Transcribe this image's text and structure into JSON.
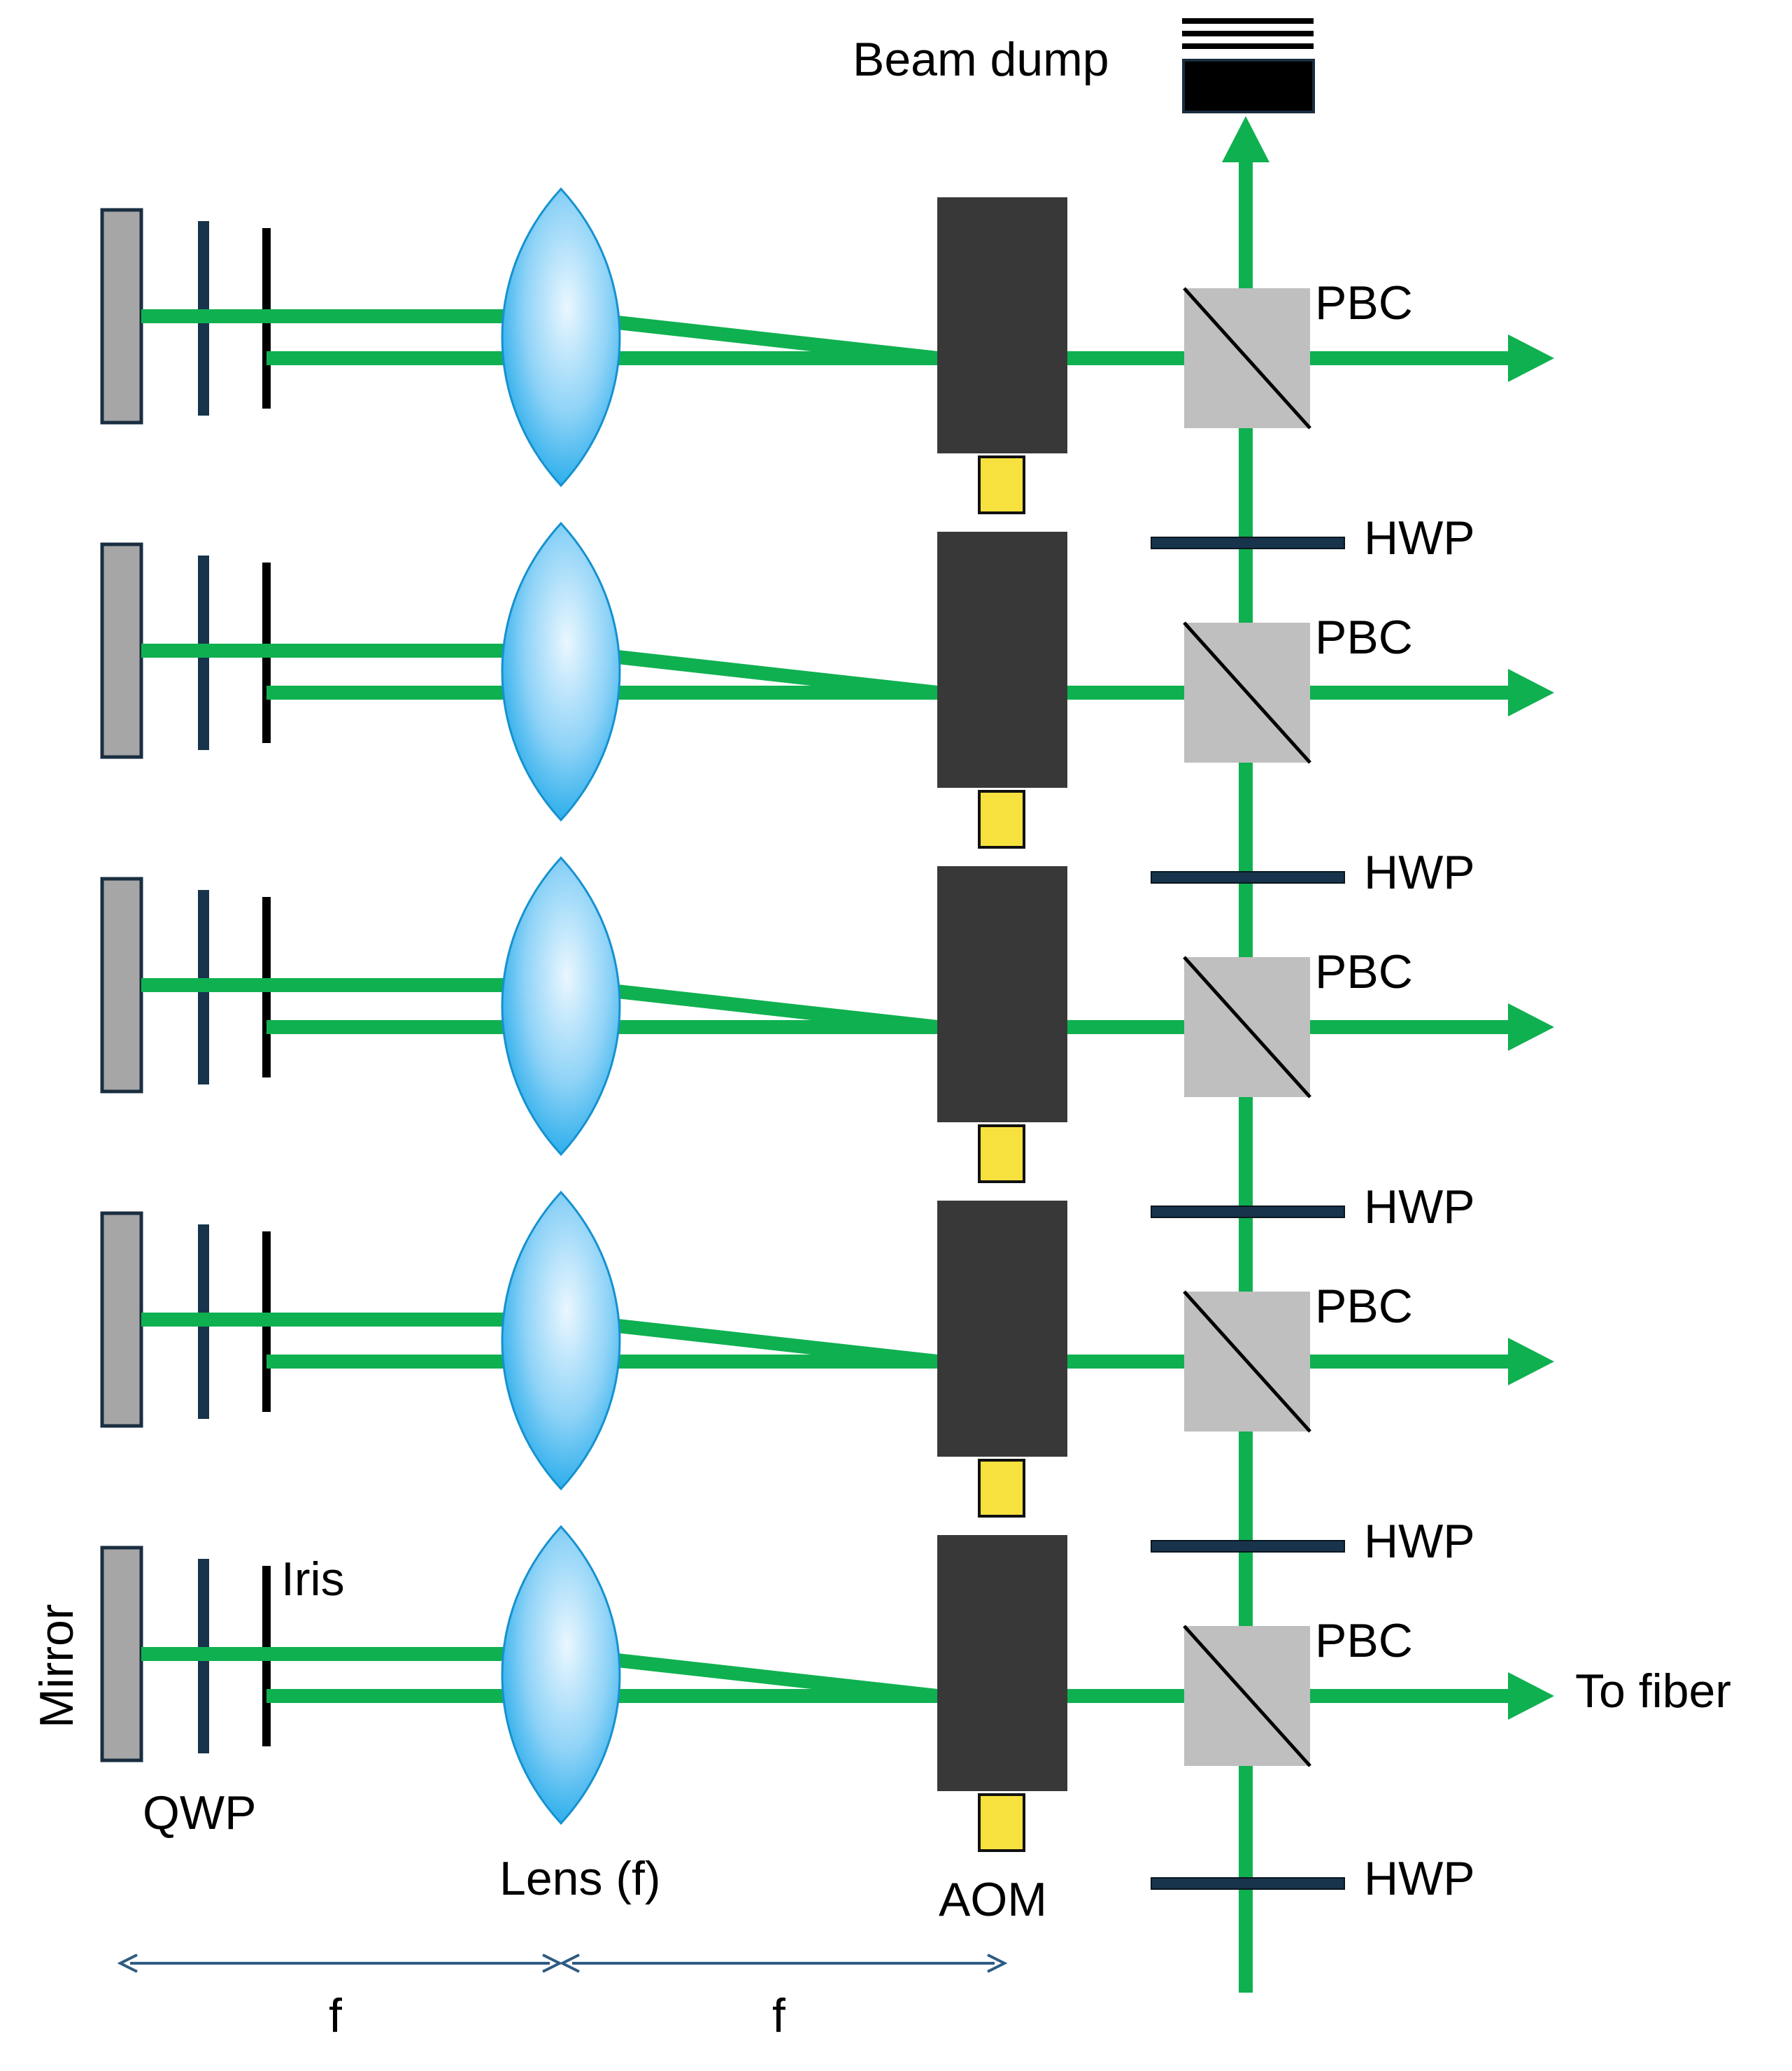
{
  "labels": {
    "beam_dump": "Beam dump",
    "pbc": "PBC",
    "hwp": "HWP",
    "mirror": "Mirror",
    "qwp": "QWP",
    "iris": "Iris",
    "lens": "Lens (f)",
    "aom": "AOM",
    "to_fiber": "To fiber",
    "focal_length": "f"
  },
  "stage_count": 5,
  "colors": {
    "beam": "#0fb050",
    "mirror_fill": "#a6a6a6",
    "aom_body": "#383838",
    "rf_driver": "#f7e13e",
    "cube": "#bfbfbf",
    "waveplate": "#17344c",
    "dimension_arrow": "#2e5c82",
    "lens_center": "#eaf7ff",
    "lens_edge": "#1aa7e9"
  }
}
